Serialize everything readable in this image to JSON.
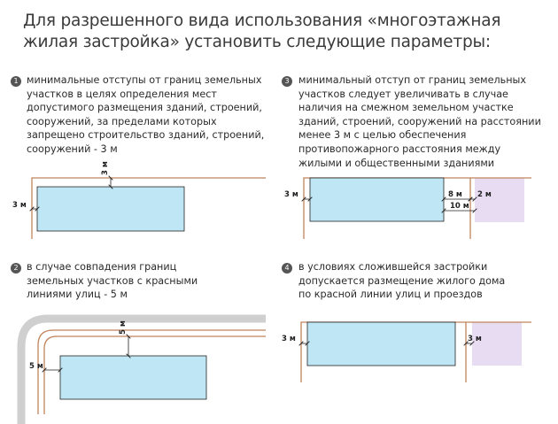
{
  "title": "Для разрешенного вида использования «многоэтажная жилая застройка» установить следующие параметры:",
  "items": [
    {
      "num": "1",
      "text": "минимальные отступы от границ земельных участков в целях определения мест допустимого размещения зданий, строений, сооружений, за пределами которых запрещено строительство зданий, строений, сооружений - 3 м"
    },
    {
      "num": "2",
      "text": "в случае совпадения границ земельных участков с красными линиями улиц - 5 м"
    },
    {
      "num": "3",
      "text": "минимальный отступ от границ земельных участков следует увеличивать в случае наличия на смежном земельном участке зданий, строений, сооружений на расстоянии менее 3 м с целью обеспечения противопожарного расстояния между жилыми и общественными зданиями"
    },
    {
      "num": "4",
      "text": "в условиях сложившейся застройки допускается размещение жилого дома по красной линии улиц и проездов"
    }
  ],
  "labels": {
    "d1_top": "3 м",
    "d1_left": "3 м",
    "d2_top": "5 м",
    "d2_left": "5 м",
    "d3_left": "3 м",
    "d3_8": "8 м",
    "d3_2": "2 м",
    "d3_10": "10 м",
    "d4_left": "3 м",
    "d4_right": "3 м"
  },
  "colors": {
    "building": "#bfe6f5",
    "neighbor": "#e8dcf2",
    "boundary": "#c0845a",
    "street": "#cfcfcf"
  }
}
